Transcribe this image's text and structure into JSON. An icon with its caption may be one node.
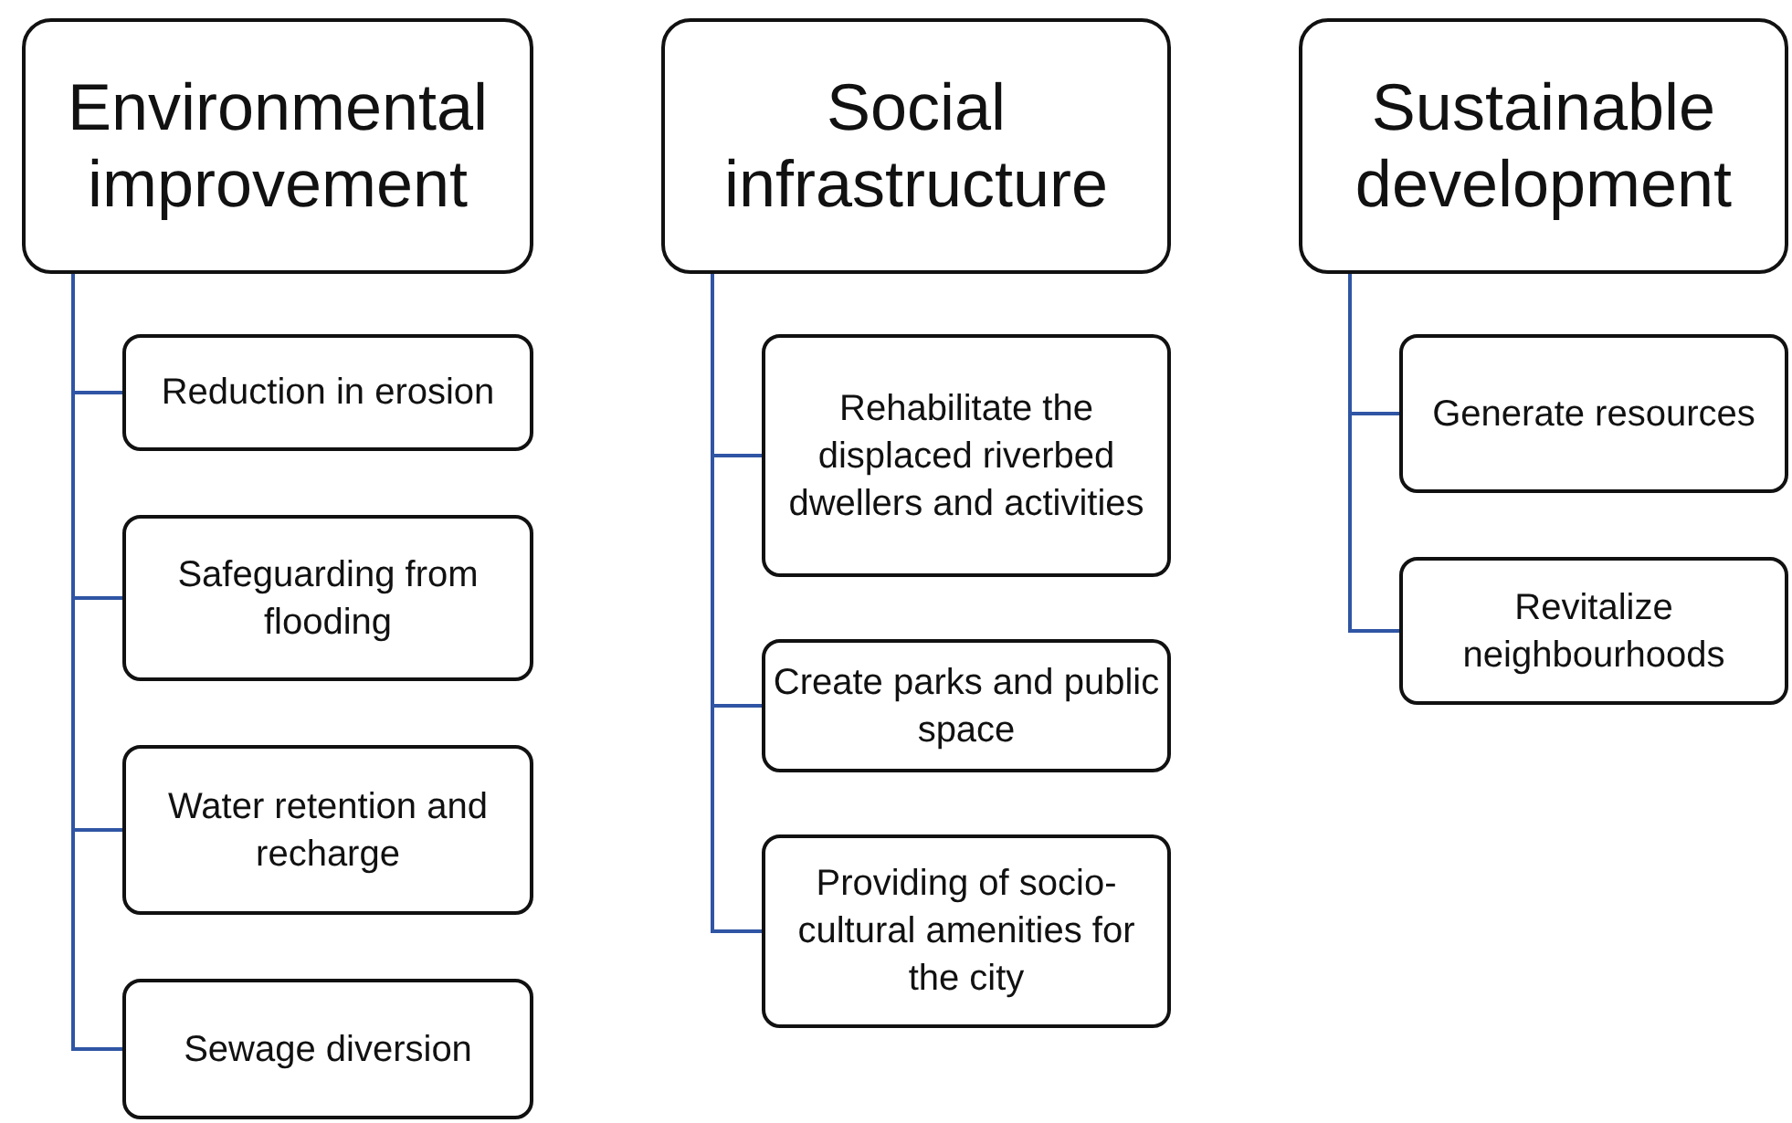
{
  "diagram": {
    "nodes": [
      {
        "text": [
          "Environmental improvement"
        ]
      },
      {
        "text": [
          "Reduction in erosion"
        ]
      },
      {
        "text": [
          "Safeguarding from flooding"
        ]
      },
      {
        "text": [
          "Water retention and recharge"
        ]
      },
      {
        "text": [
          "Sewage diversion"
        ]
      },
      {
        "text": [
          "Social infrastructure"
        ]
      },
      {
        "text": [
          "Rehabilitate the displaced riverbed dwellers and activities"
        ]
      },
      {
        "text": [
          "Create parks and public space"
        ]
      },
      {
        "text": [
          "Providing of socio-cultural amenities for the city"
        ]
      },
      {
        "text": [
          "Sustainable development"
        ]
      },
      {
        "text": [
          "Generate resources"
        ]
      },
      {
        "text": [
          "Revitalize neighbourhoods"
        ]
      }
    ],
    "edges": [
      {
        "from": 0,
        "to": 1,
        "arrow": "none"
      },
      {
        "from": 0,
        "to": 2,
        "arrow": "none"
      },
      {
        "from": 0,
        "to": 3,
        "arrow": "none"
      },
      {
        "from": 0,
        "to": 4,
        "arrow": "none"
      },
      {
        "from": 5,
        "to": 6,
        "arrow": "none"
      },
      {
        "from": 5,
        "to": 7,
        "arrow": "none"
      },
      {
        "from": 5,
        "to": 8,
        "arrow": "none"
      },
      {
        "from": 9,
        "to": 10,
        "arrow": "none"
      },
      {
        "from": 9,
        "to": 11,
        "arrow": "none"
      }
    ]
  }
}
